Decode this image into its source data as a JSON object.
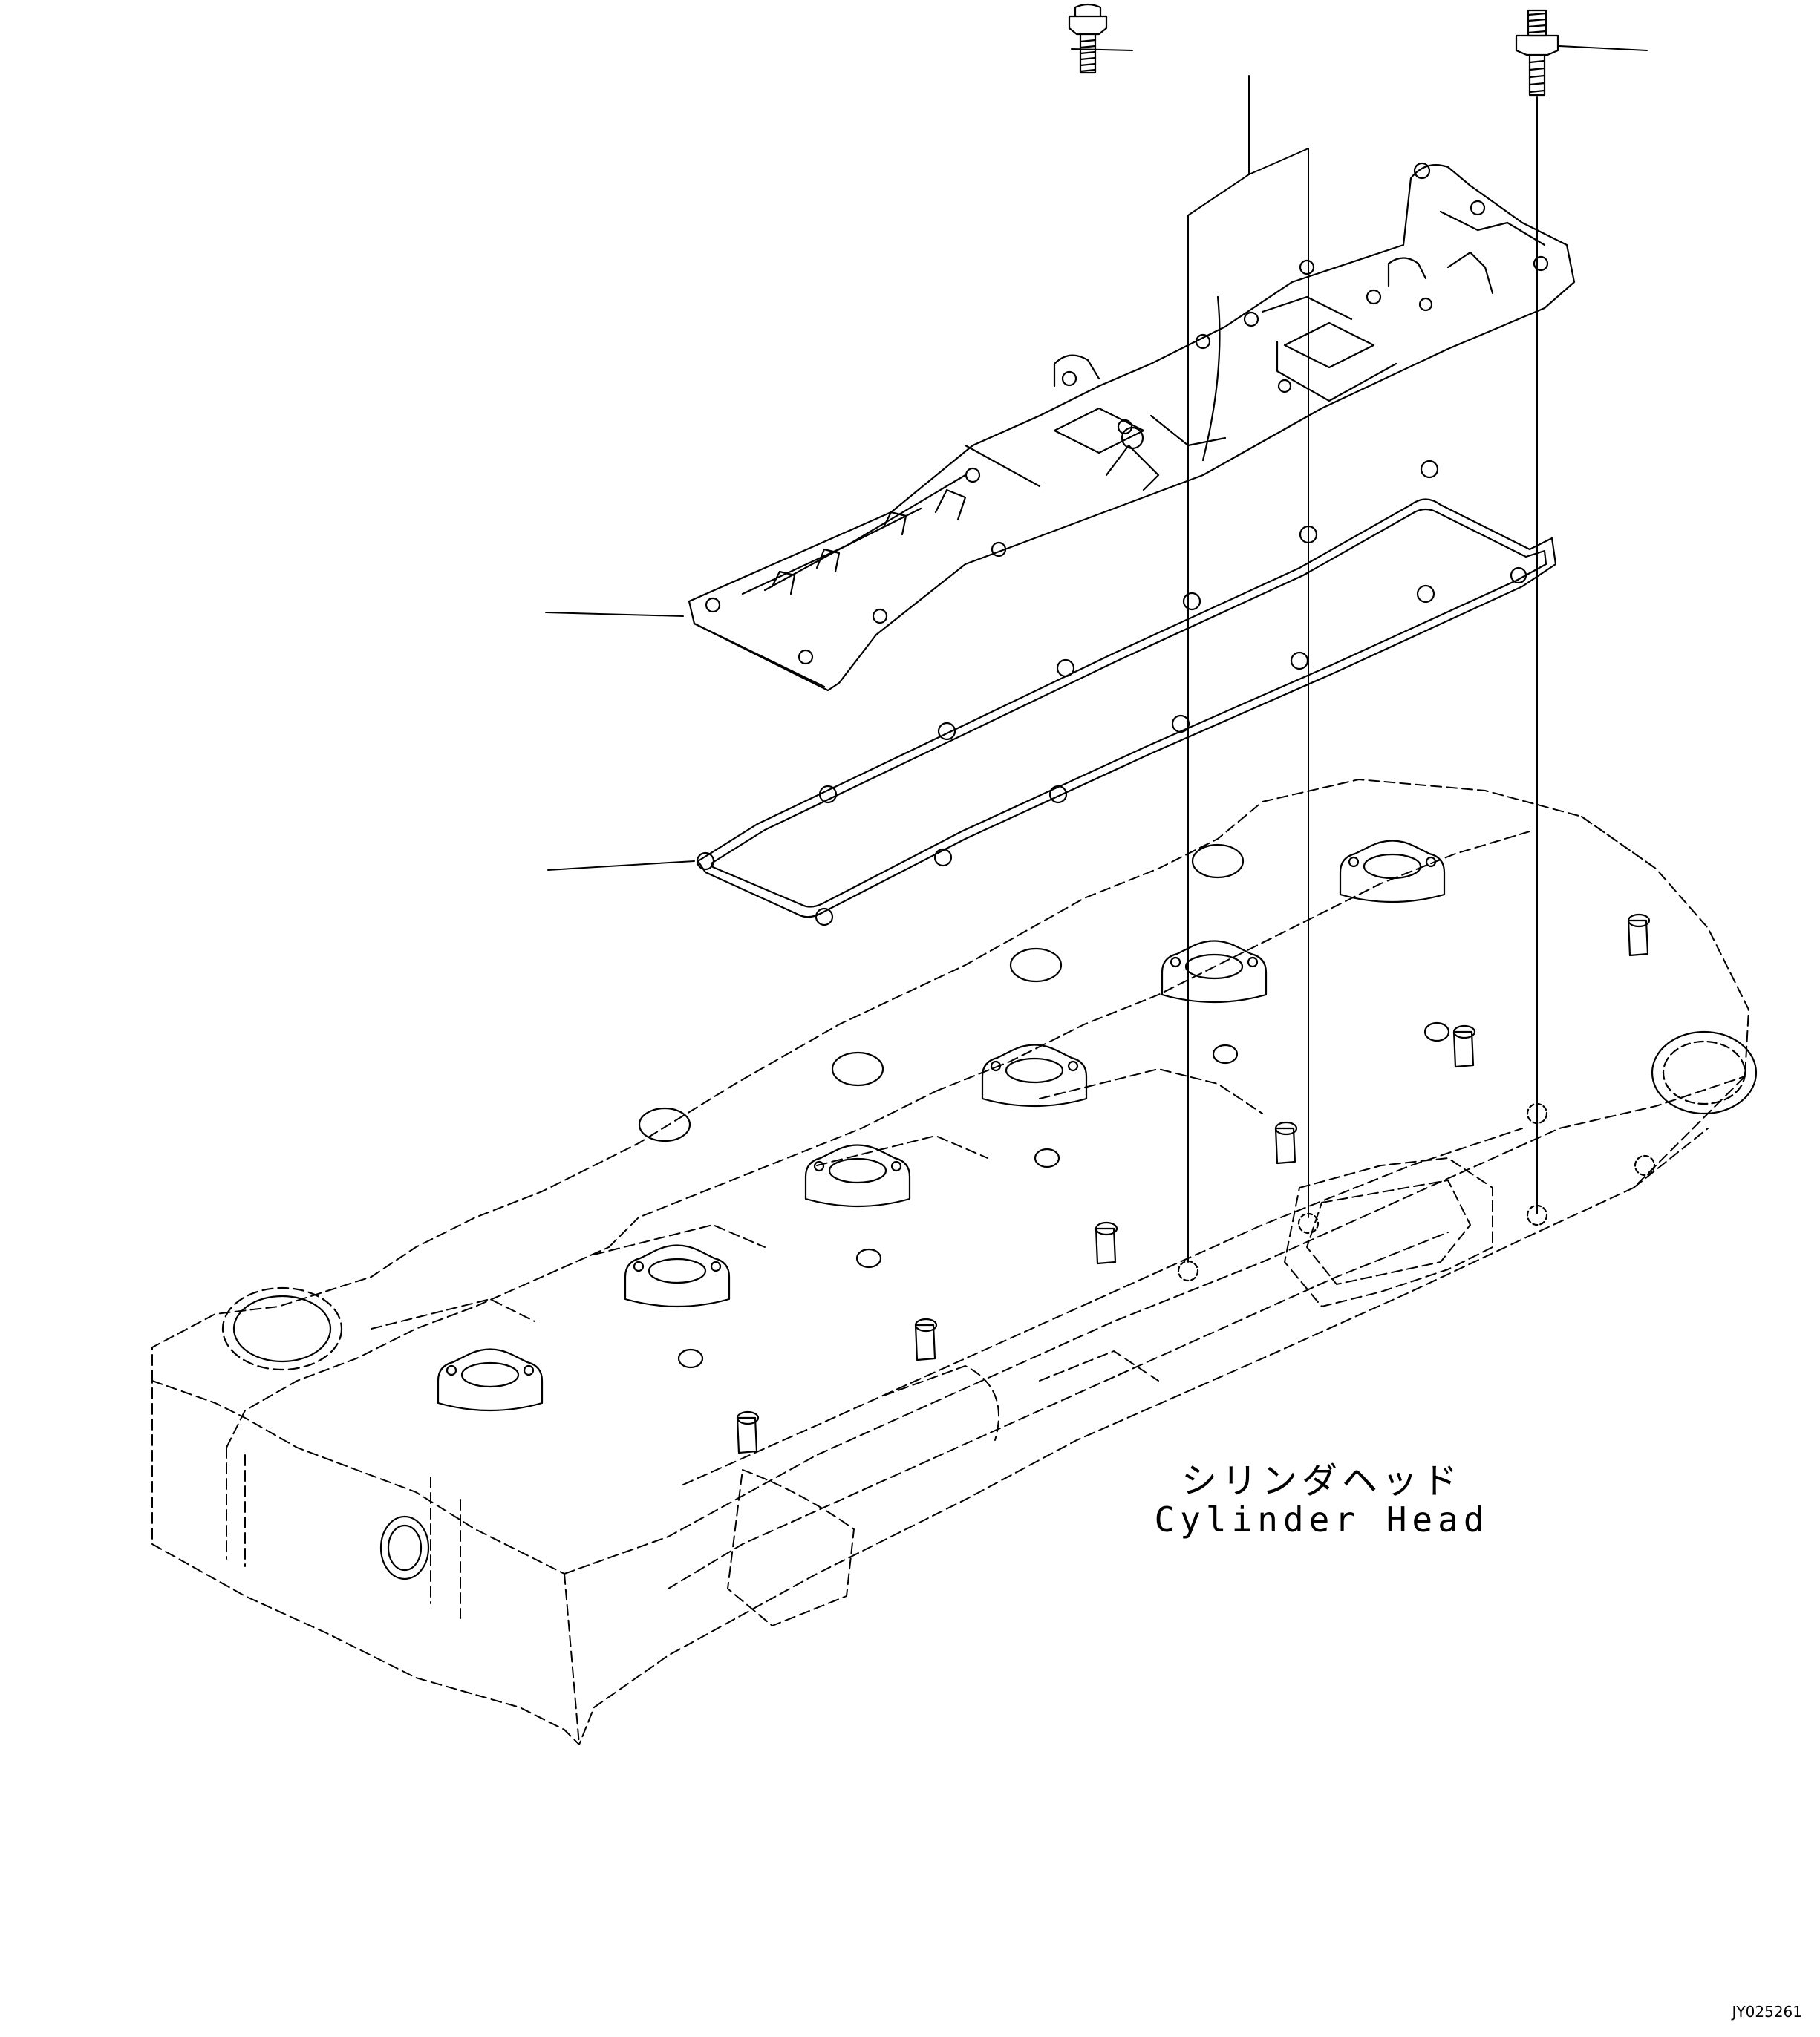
{
  "diagram": {
    "part_label_jp": "シリンダヘッド",
    "part_label_en": "Cylinder Head",
    "drawing_id": "JY025261",
    "line_color": "#000000",
    "background_color": "#ffffff"
  }
}
